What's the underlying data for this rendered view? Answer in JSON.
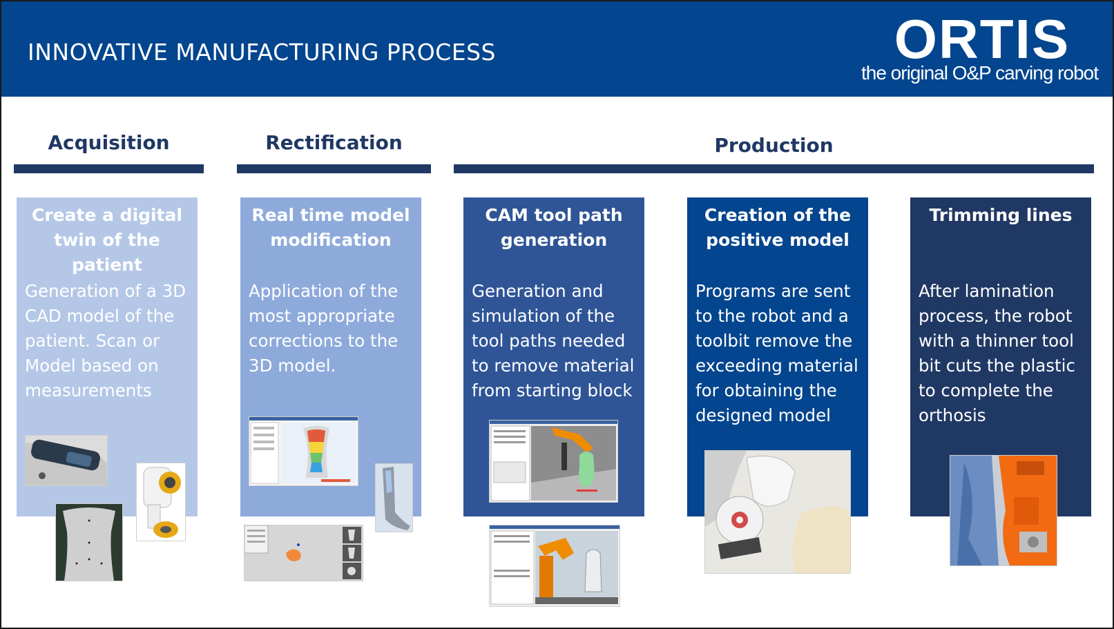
{
  "header": {
    "title": "INNOVATIVE MANUFACTURING PROCESS",
    "logo_word": "ORTIS",
    "logo_tagline": "the original O&P carving robot"
  },
  "phases": [
    {
      "label": "Acquisition"
    },
    {
      "label": "Rectification"
    },
    {
      "label": "Production"
    }
  ],
  "cards": [
    {
      "heading": "Create a digital twin of the patient",
      "body": "Generation of a 3D CAD model of the patient. Scan or Model based on measurements",
      "color": "#b4c7e7"
    },
    {
      "heading": "Real time model modification",
      "body": "Application of the most appropriate corrections to the 3D model.",
      "color": "#8eaadb"
    },
    {
      "heading": "CAM tool path generation",
      "body": "Generation and simulation of the tool paths needed to remove material from starting block",
      "color": "#2f5597"
    },
    {
      "heading": "Creation of the positive model",
      "body": "Programs are sent to the robot and a toolbit remove the exceeding material for obtaining the designed model",
      "color": "#03458e"
    },
    {
      "heading": "Trimming lines",
      "body": "After lamination process, the robot with a thinner tool bit cuts the plastic to complete the orthosis",
      "color": "#203864"
    }
  ],
  "colors": {
    "header_bg": "#03458e",
    "phase_text": "#1f3864"
  }
}
